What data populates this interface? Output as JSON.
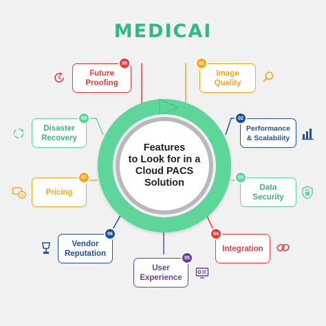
{
  "brand": {
    "logo": "MEDICAI"
  },
  "center": {
    "title": "Features\nto Look for in a\nCloud PACS\nSolution"
  },
  "features": [
    {
      "number": "09",
      "label": "Future\nProofing",
      "color": "#e83d3d"
    },
    {
      "number": "01",
      "label": "Image\nQuality",
      "color": "#f5a623"
    },
    {
      "number": "08",
      "label": "Disaster\nRecovery",
      "color": "#5ed59a"
    },
    {
      "number": "02",
      "label": "Performance\n& Scalability",
      "color": "#1f4e9c"
    },
    {
      "number": "07",
      "label": "Pricing",
      "color": "#f5a623"
    },
    {
      "number": "03",
      "label": "Data\nSecurity",
      "color": "#5ed59a"
    },
    {
      "number": "06",
      "label": "Vendor\nReputation",
      "color": "#1f4e9c"
    },
    {
      "number": "04",
      "label": "Integration",
      "color": "#e83d3d"
    },
    {
      "number": "05",
      "label": "User\nExperience",
      "color": "#6b3fa0"
    }
  ],
  "icons": [
    "refresh-clock-icon",
    "magnifier-icon",
    "recovery-cycle-icon",
    "bar-chart-icon",
    "money-icon",
    "shield-lock-icon",
    "trophy-icon",
    "link-icon",
    "monitor-icon"
  ]
}
